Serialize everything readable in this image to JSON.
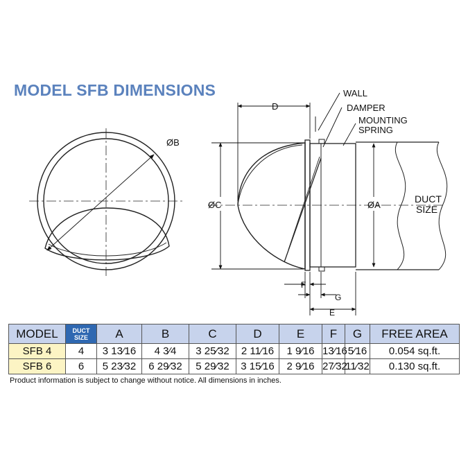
{
  "title": "MODEL SFB DIMENSIONS",
  "labels": {
    "dia_b": "ØB",
    "d": "D",
    "wall": "WALL",
    "damper": "DAMPER",
    "mounting_spring_1": "MOUNTING",
    "mounting_spring_2": "SPRING",
    "dia_c": "ØC",
    "dia_a": "ØA",
    "duct_size_1": "DUCT",
    "duct_size_2": "SIZE",
    "f": "F",
    "g": "G",
    "e": "E"
  },
  "table": {
    "headers": {
      "model": "MODEL",
      "duct_size_1": "DUCT",
      "duct_size_2": "SIZE",
      "a": "A",
      "b": "B",
      "c": "C",
      "d": "D",
      "e": "E",
      "f": "F",
      "g": "G",
      "free_area": "FREE AREA"
    },
    "rows": [
      {
        "model": "SFB 4",
        "duct": "4",
        "a": "3 13⁄16",
        "b": "4 3⁄4",
        "c": "3 25⁄32",
        "d": "2 11⁄16",
        "e": "1 9⁄16",
        "f": "13⁄16",
        "g": "5⁄16",
        "free_area": "0.054 sq.ft."
      },
      {
        "model": "SFB 6",
        "duct": "6",
        "a": "5 23⁄32",
        "b": "6 29⁄32",
        "c": "5 29⁄32",
        "d": "3 15⁄16",
        "e": "2 9⁄16",
        "f": "27⁄32",
        "g": "11⁄32",
        "free_area": "0.130 sq.ft."
      }
    ]
  },
  "note": "Product information is subject to change without notice. All dimensions in inches.",
  "colors": {
    "title": "#5b82bd",
    "header_bg": "#c7d3ec",
    "duct_header_bg": "#2f68b1",
    "model_cell_bg": "#fcf4c4"
  }
}
